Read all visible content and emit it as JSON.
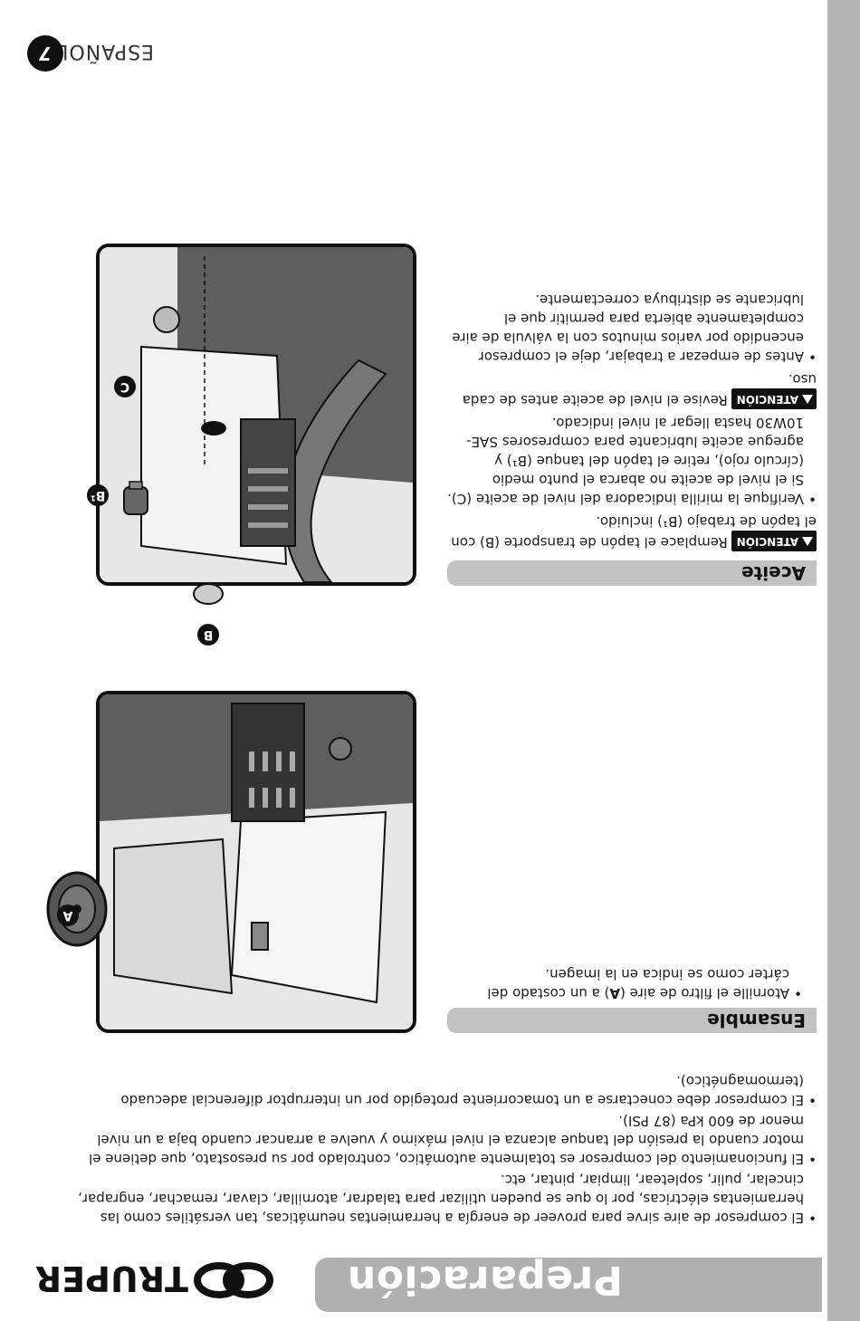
{
  "header": {
    "title": "Preparación",
    "brand": "TRUPER"
  },
  "intro": {
    "bullets": [
      "El compresor de aire sirve para proveer de energía a herramientas neumáticas, tan versátiles como las herramientas eléctricas, por lo que se pueden utilizar para taladrar, atornillar, clavar, remachar, engrapar, cincelar, pulir, sopletear, limpiar, pintar, etc.",
      "El funcionamiento del compresor es totalmente automático, controlado por su presostato, que detiene el motor cuando la presión del tanque alcanza el nivel máximo y vuelve a arrancar cuando baja a un nivel menor de 600 kPa (87 PSI).",
      "El compresor debe conectarse a un tomacorriente protegido por un interruptor diferencial adecuado (termomagnético)."
    ]
  },
  "ensamble": {
    "title": "Ensamble",
    "text_a": "Atornille el filtro de aire (",
    "text_b": "A",
    "text_c": ") a un costado del cárter como se indica en la imagen.",
    "callout": "A"
  },
  "aceite": {
    "title": "Aceite",
    "attention_label": "ATENCIÓN",
    "item1": "Remplace el tapón de transporte (B) con el tapón de trabajo (B¹) incluido.",
    "item2": "Verifique la mirilla indicadora del nivel de aceite (C). Si el nivel de aceite no abarca el punto medio (círculo rojo), retire el tapón del tanque (B¹) y agregue aceite lubricante para compresores SAE-10W30 hasta llegar al nivel indicado.",
    "item3": "Revise el nivel de aceite antes de cada uso.",
    "item4": "Antes de empezar a trabajar, deje el compresor encendido por varios minutos con la válvula de aire completamente abierta para permitir que el lubricante se distribuya correctamente.",
    "callout_b": "B",
    "callout_b1": "B¹",
    "callout_c": "C"
  },
  "footer": {
    "language": "ESPAÑOL",
    "page_number": "7"
  },
  "colors": {
    "sidebar": "#b3b3b3",
    "section_bar": "#c2c2c2",
    "header_pill": "#b0b0b0"
  }
}
